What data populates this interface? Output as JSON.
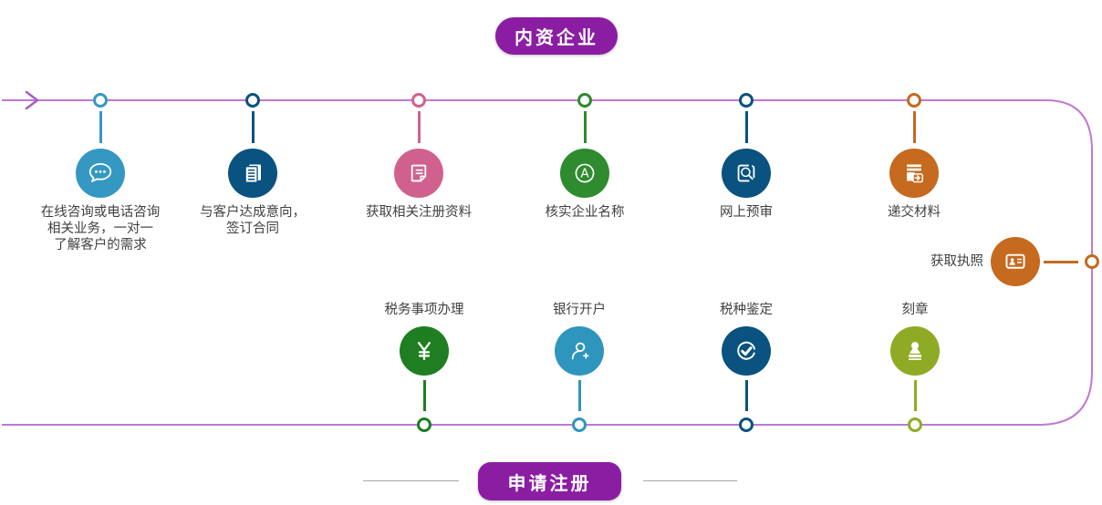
{
  "badges": {
    "top": "内资企业",
    "bottom": "申请注册"
  },
  "colors": {
    "timeline": "#bd7ad4",
    "arrow": "#a75cc8",
    "badge_bg": "#8b1da3",
    "badge_text": "#ffffff",
    "label_text": "#404040",
    "divider": "#a8a8a8"
  },
  "top_steps": [
    {
      "label": "在线咨询或电话咨询\n相关业务，一对一\n了解客户的需求",
      "icon": "chat-icon",
      "color": "#3498c3"
    },
    {
      "label": "与客户达成意向，\n签订合同",
      "icon": "documents-icon",
      "color": "#0a527f"
    },
    {
      "label": "获取相关注册资料",
      "icon": "document-edit-icon",
      "color": "#d0618f"
    },
    {
      "label": "核实企业名称",
      "icon": "letter-a-icon",
      "color": "#2e8b2e"
    },
    {
      "label": "网上预审",
      "icon": "document-search-icon",
      "color": "#0a527f"
    },
    {
      "label": "递交材料",
      "icon": "document-submit-icon",
      "color": "#c56a1e"
    }
  ],
  "right_step": {
    "label": "获取执照",
    "icon": "license-icon",
    "color": "#c56a1e"
  },
  "bottom_steps": [
    {
      "label": "刻章",
      "icon": "stamp-icon",
      "color": "#8fab25"
    },
    {
      "label": "税种鉴定",
      "icon": "check-circle-icon",
      "color": "#0a527f"
    },
    {
      "label": "银行开户",
      "icon": "person-add-icon",
      "color": "#2e96bd"
    },
    {
      "label": "税务事项办理",
      "icon": "yuan-icon",
      "color": "#1e7e21"
    }
  ]
}
